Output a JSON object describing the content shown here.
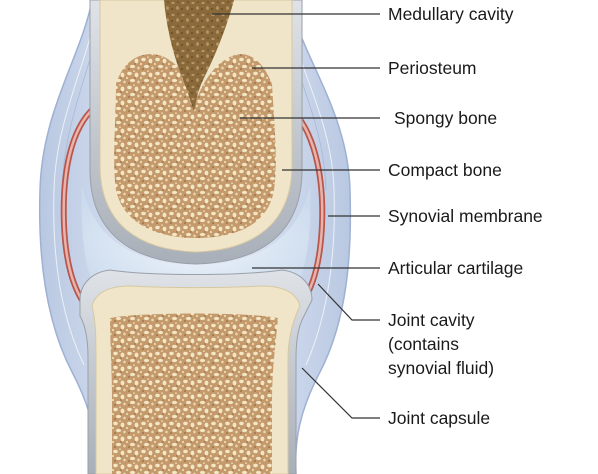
{
  "labels": {
    "medullary_cavity": "Medullary cavity",
    "periosteum": "Periosteum",
    "spongy_bone": "Spongy bone",
    "compact_bone": "Compact bone",
    "synovial_membrane": "Synovial membrane",
    "articular_cartilage": "Articular cartilage",
    "joint_cavity": [
      "Joint cavity",
      "(contains",
      "synovial fluid)"
    ],
    "joint_capsule": "Joint capsule"
  },
  "colors": {
    "background": "#ffffff",
    "capsule_blue": "#c9d6ea",
    "capsule_light": "#e6edf7",
    "synovial_pink": "#d98f86",
    "synovial_red": "#b8564c",
    "fluid_blue": "#dfeaf6",
    "cartilage_gray": "#c3c8cf",
    "compact_bone": "#f0e5c8",
    "spongy_bone": "#c49a6c",
    "spongy_pore": "#8a5d35",
    "marrow": "#8a6a3a",
    "leader_line": "#333333",
    "text": "#1a1a1a"
  }
}
